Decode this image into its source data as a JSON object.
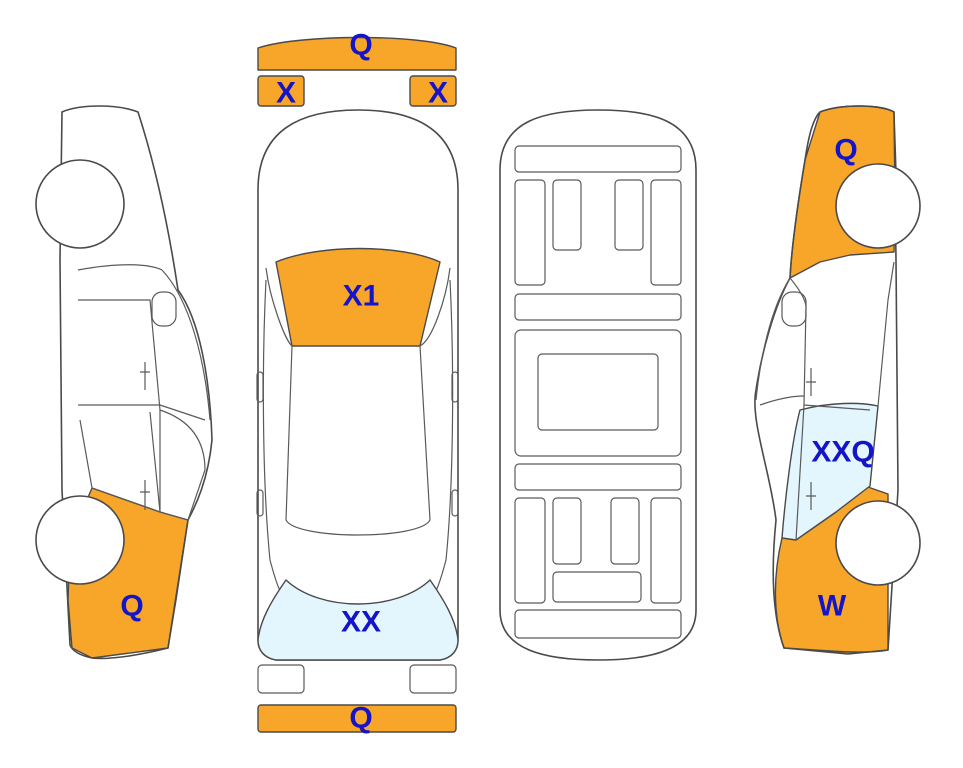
{
  "colors": {
    "damage": "#f8a62a",
    "glass": "#e3f6fd",
    "label": "#1414c8",
    "outline": "#4a4a4a"
  },
  "labels": {
    "front_bumper": "Q",
    "front_left_light": "X",
    "front_right_light": "X",
    "windshield": "X1",
    "rear_window": "XX",
    "rear_bumper": "Q",
    "left_rear_quarter": "Q",
    "right_front_fender": "Q",
    "right_rear_window": "XXQ",
    "right_rear_quarter": "W"
  }
}
